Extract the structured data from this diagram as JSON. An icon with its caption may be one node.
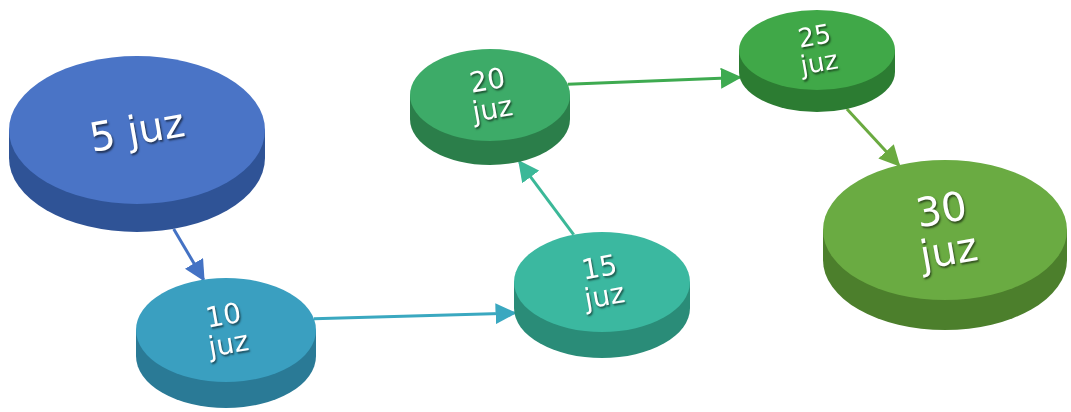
{
  "diagram": {
    "nodes": [
      {
        "text": [
          "5 juz"
        ]
      },
      {
        "text": [
          "10 juz"
        ]
      },
      {
        "text": [
          "15 juz"
        ]
      },
      {
        "text": [
          "20 juz"
        ]
      },
      {
        "text": [
          "25 juz"
        ]
      },
      {
        "text": [
          "30 juz"
        ]
      }
    ],
    "edges": [
      {
        "from": 0,
        "to": 1,
        "arrow": "to",
        "color": "#4472c4"
      },
      {
        "from": 1,
        "to": 2,
        "arrow": "to",
        "color": "#3aa8c0"
      },
      {
        "from": 2,
        "to": 3,
        "arrow": "to",
        "color": "#3bb898"
      },
      {
        "from": 3,
        "to": 4,
        "arrow": "to",
        "color": "#3eaa50"
      },
      {
        "from": 4,
        "to": 5,
        "arrow": "to",
        "color": "#6aaa40"
      }
    ]
  }
}
